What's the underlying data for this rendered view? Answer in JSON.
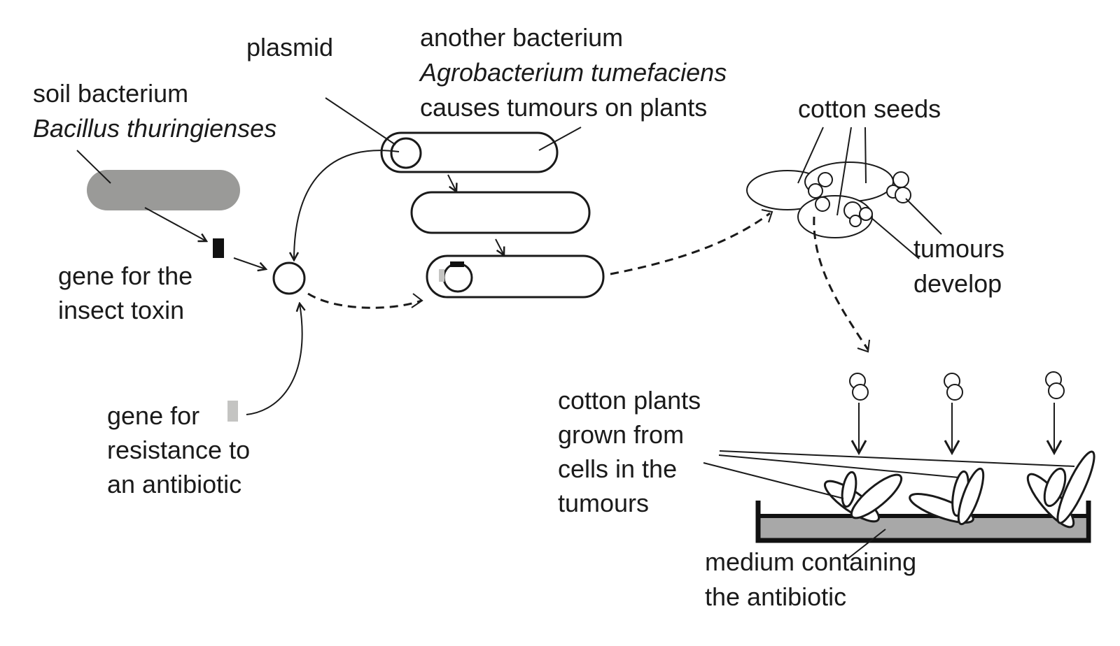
{
  "labels": {
    "soil_bacterium": [
      "soil bacterium",
      "Bacillus thuringienses"
    ],
    "plasmid": "plasmid",
    "another_bacterium": [
      "another bacterium",
      "Agrobacterium tumefaciens",
      "causes tumours on plants"
    ],
    "cotton_seeds": "cotton seeds",
    "tumours_develop": [
      "tumours",
      "develop"
    ],
    "gene_toxin": [
      "gene for the",
      "insect toxin"
    ],
    "gene_resistance": [
      "gene for",
      "resistance to",
      "an antibiotic"
    ],
    "cotton_plants": [
      "cotton plants",
      "grown from",
      "cells in the",
      "tumours"
    ],
    "medium": [
      "medium containing",
      "the antibiotic"
    ]
  },
  "colors": {
    "ink": "#1a1a1a",
    "bacillus_fill": "#9a9a98",
    "toxin_gene": "#111111",
    "resistance_gene": "#c4c4c2",
    "medium_fill": "#a8a8a8"
  }
}
